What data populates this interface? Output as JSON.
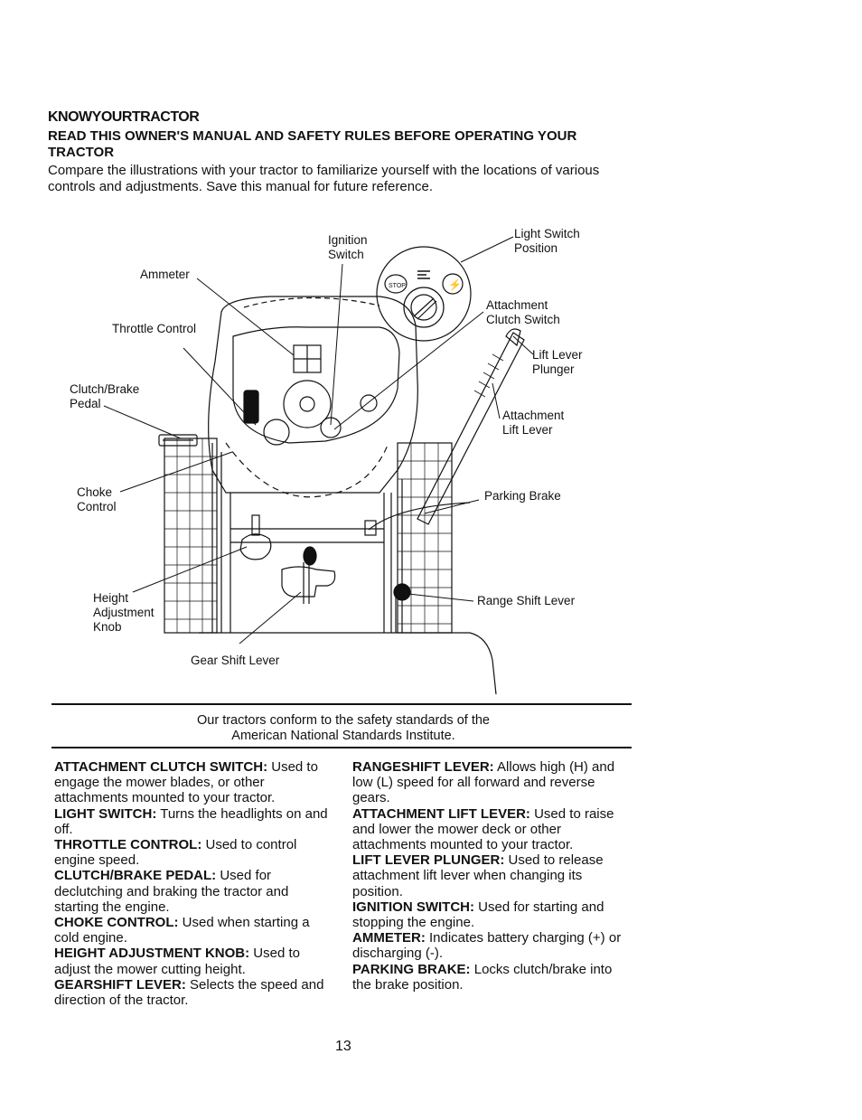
{
  "heading": {
    "title": "KNOWYOURTRACTOR",
    "subtitle": "READ THIS OWNER'S MANUAL AND SAFETY RULES BEFORE OPERATING YOUR TRACTOR",
    "intro": "Compare the illustrations with your tractor to familiarize yourself with the locations of various controls and adjustments. Save this manual for future reference."
  },
  "diagram": {
    "labels": {
      "ammeter": "Ammeter",
      "ignition_1": "Ignition",
      "ignition_2": "Switch",
      "light_1": "Light Switch",
      "light_2": "Position",
      "throttle": "Throttle Control",
      "attach_clutch_1": "Attachment",
      "attach_clutch_2": "Clutch Switch",
      "plunger_1": "Lift Lever",
      "plunger_2": "Plunger",
      "clutch_1": "Clutch/Brake",
      "clutch_2": "Pedal",
      "lift_1": "Attachment",
      "lift_2": "Lift Lever",
      "choke_1": "Choke",
      "choke_2": "Control",
      "parking": "Parking Brake",
      "height_1": "Height",
      "height_2": "Adjustment",
      "height_3": "Knob",
      "range": "Range Shift Lever",
      "gear": "Gear Shift Lever"
    }
  },
  "conform": {
    "line1": "Our tractors conform to the safety standards of the",
    "line2": "American National Standards Institute."
  },
  "definitions_left": [
    {
      "term": "ATTACHMENT CLUTCH SWITCH:",
      "text": " Used to engage the mower blades, or other attachments mounted to your tractor."
    },
    {
      "term": "LIGHT SWITCH:",
      "text": " Turns the headlights on and off."
    },
    {
      "term": "THROTTLE CONTROL:",
      "text": " Used to control engine speed."
    },
    {
      "term": "CLUTCH/BRAKE PEDAL:",
      "text": " Used for declutching and braking the tractor and starting the engine."
    },
    {
      "term": "CHOKE CONTROL:",
      "text": " Used when starting a cold engine."
    },
    {
      "term": "HEIGHT ADJUSTMENT KNOB:",
      "text": " Used to adjust the mower cutting height."
    },
    {
      "term": "GEARSHIFT LEVER:",
      "text": " Selects the speed and direction of the tractor."
    }
  ],
  "definitions_right": [
    {
      "term": "RANGESHIFT LEVER:",
      "text": " Allows high (H) and low (L) speed for all forward and reverse gears."
    },
    {
      "term": "ATTACHMENT LIFT LEVER:",
      "text": " Used to raise and lower the mower deck or other attachments mounted to your tractor."
    },
    {
      "term": "LIFT LEVER PLUNGER:",
      "text": " Used to release attachment lift lever when changing its position."
    },
    {
      "term": "IGNITION SWITCH:",
      "text": " Used for starting and stopping the engine."
    },
    {
      "term": "AMMETER:",
      "text": " Indicates battery charging (+) or discharging (-)."
    },
    {
      "term": "PARKING BRAKE:",
      "text": " Locks clutch/brake into the brake position."
    }
  ],
  "page_number": "13"
}
